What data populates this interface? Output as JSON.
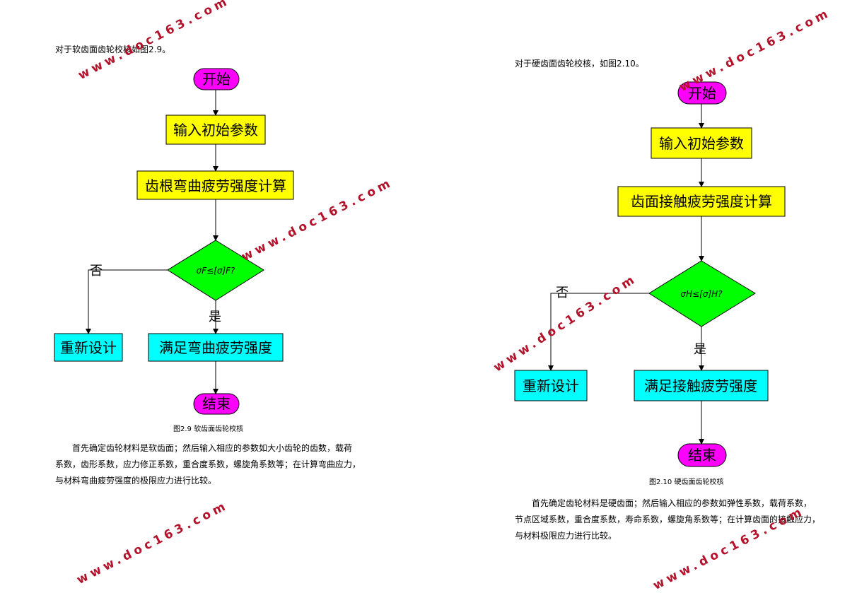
{
  "left": {
    "intro": "对于软齿面齿轮校核如图2.9。",
    "flow": {
      "start": "开始",
      "input": "输入初始参数",
      "calc": "齿根弯曲疲劳强度计算",
      "cond": "σF≤[σ]F?",
      "no": "否",
      "yes": "是",
      "redesign": "重新设计",
      "ok": "满足弯曲疲劳强度",
      "end": "结束"
    },
    "caption": "图2.9  软齿面齿轮校核",
    "paragraph": [
      "首先确定齿轮材料是软齿面；然后输入相应的参数如大小齿轮的齿数，载荷",
      "系数，齿形系数，应力修正系数，重合度系数，螺旋角系数等；在计算弯曲应力，",
      "与材料弯曲疲劳强度的极限应力进行比较。"
    ]
  },
  "right": {
    "intro": "对于硬齿面齿轮校核，如图2.10。",
    "flow": {
      "start": "开始",
      "input": "输入初始参数",
      "calc": "齿面接触疲劳强度计算",
      "cond": "σH≤[σ]H?",
      "no": "否",
      "yes": "是",
      "redesign": "重新设计",
      "ok": "满足接触疲劳强度",
      "end": "结束"
    },
    "caption": "图2.10  硬齿面齿轮校核",
    "paragraph": [
      "首先确定齿轮材料是硬齿面；然后输入相应的参数如弹性系数，载荷系数，",
      "节点区域系数，重合度系数，寿命系数，螺旋角系数等；在计算齿面的接触应力，",
      "与材料极限应力进行比较。"
    ]
  },
  "watermark": "www.doc163.com",
  "colors": {
    "terminal": "#ff00ff",
    "process": "#ffff00",
    "decision": "#00ff00",
    "result": "#00ffff",
    "watermark": "#b3122a"
  }
}
